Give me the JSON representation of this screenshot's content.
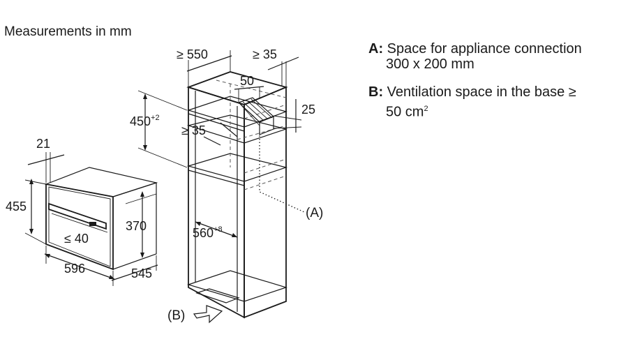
{
  "title": "Measurements in mm",
  "dims": {
    "min550": "≥ 550",
    "min35_top": "≥ 35",
    "d50": "50",
    "d25": "25",
    "d450": "450",
    "d450_sup": "+2",
    "min35_mid": "≥ 35",
    "d21": "21",
    "d455": "455",
    "d370": "370",
    "max40": "≤ 40",
    "d560": "560",
    "d560_sup": "+8",
    "d596": "596",
    "d545": "545"
  },
  "callouts": {
    "a": "(A)",
    "b": "(B)"
  },
  "legend": {
    "a_key": "A:",
    "a_line1": "Space for appliance connection",
    "a_line2": "300 x 200 mm",
    "b_key": "B:",
    "b_line1": "Ventilation space in the base ≥",
    "b_line2": "50 cm",
    "b_line2_sup": "2"
  }
}
